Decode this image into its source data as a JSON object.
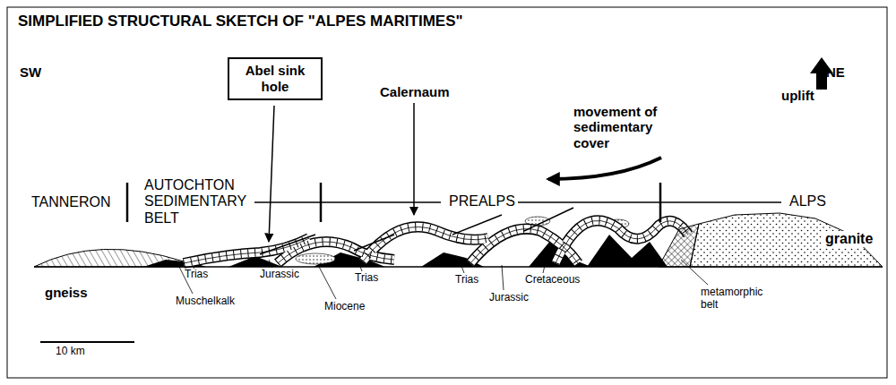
{
  "diagram": {
    "title": "SIMPLIFIED STRUCTURAL SKETCH OF \"ALPES MARITIMES\"",
    "nodes": [
      {
        "text": [
          "Abel sink hole"
        ]
      }
    ],
    "labels": [
      "SW",
      "NE",
      "Calernaum",
      "movement of sedimentary cover",
      "uplift",
      "TANNERON",
      "AUTOCHTON SEDIMENTARY BELT",
      "PREALPS",
      "ALPS",
      "granite",
      "gneiss",
      "Muschelkalk",
      "Trias",
      "Jurassic",
      "Trias",
      "Miocene",
      "Trias",
      "Jurassic",
      "Cretaceous",
      "metamorphic belt",
      "10 km"
    ]
  }
}
